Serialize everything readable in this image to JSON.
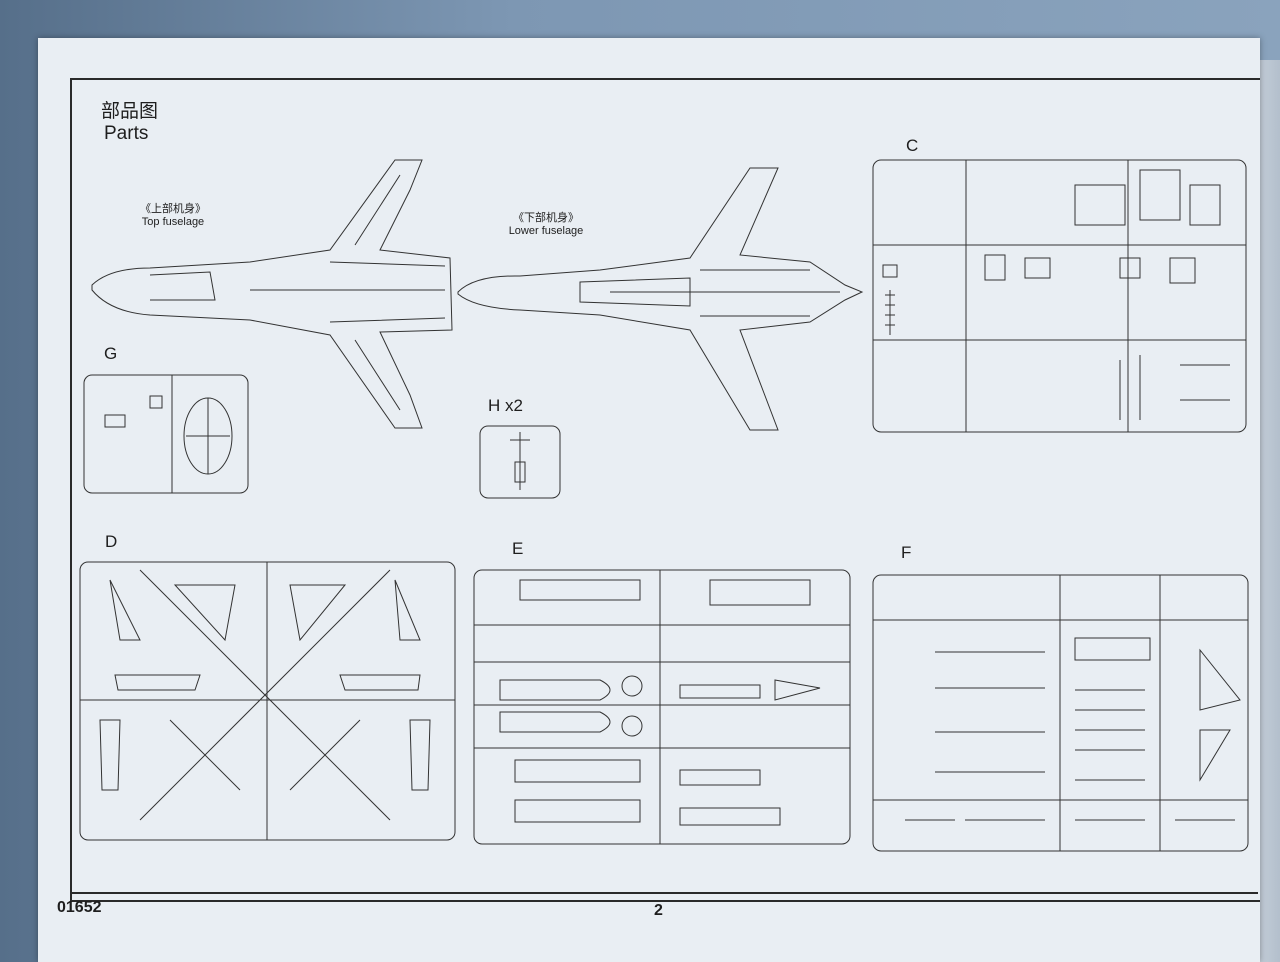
{
  "header": {
    "title_cn": "部品图",
    "title_en": "Parts"
  },
  "fuselage": {
    "top_cn": "《上部机身》",
    "top_en": "Top fuselage",
    "lower_cn": "《下部机身》",
    "lower_en": "Lower fuselage"
  },
  "sprues": {
    "c": "C",
    "g": "G",
    "h": "H x2",
    "d": "D",
    "e": "E",
    "f": "F"
  },
  "footer": {
    "code": "01652",
    "page": "2"
  }
}
